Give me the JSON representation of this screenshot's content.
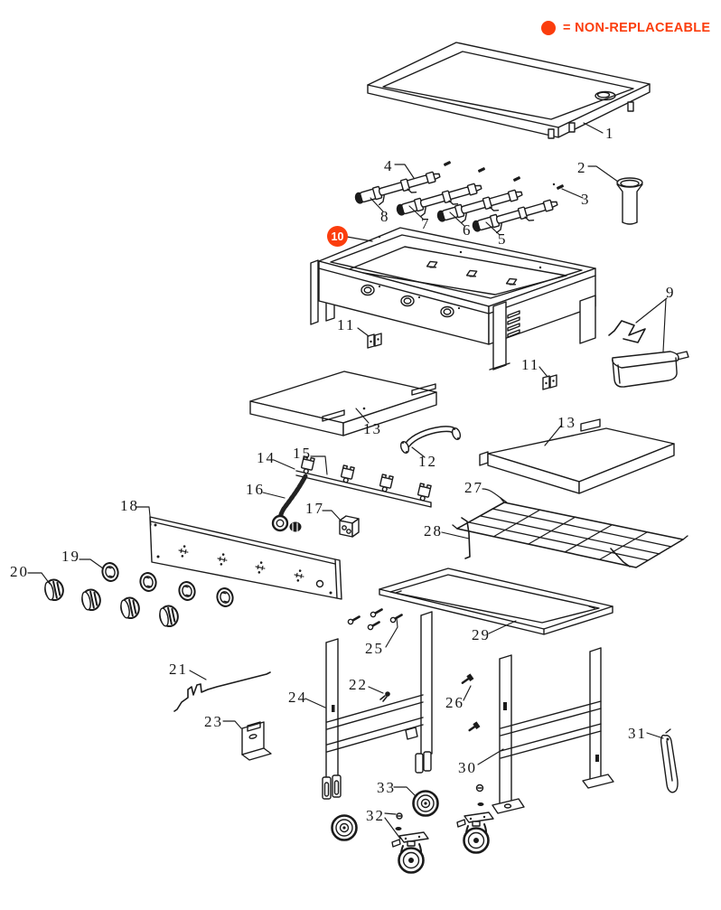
{
  "legend": {
    "text": "= NON-REPLACEABLE",
    "color": "#fb3d0d",
    "symbol": "non-replaceable-dot"
  },
  "highlight": {
    "part": "10",
    "badge_color": "#fb3d0d",
    "badge_text_color": "#ffffff"
  },
  "callouts": {
    "c1": "1",
    "c2": "2",
    "c3": "3",
    "c4": "4",
    "c5": "5",
    "c6": "6",
    "c7": "7",
    "c8": "8",
    "c9": "9",
    "c10": "10",
    "c11a": "11",
    "c11b": "11",
    "c12": "12",
    "c13a": "13",
    "c13b": "13",
    "c14": "14",
    "c15": "15",
    "c16": "16",
    "c17": "17",
    "c18": "18",
    "c19": "19",
    "c20": "20",
    "c21": "21",
    "c22": "22",
    "c23": "23",
    "c24": "24",
    "c25": "25",
    "c26": "26",
    "c27": "27",
    "c28": "28",
    "c29": "29",
    "c30": "30",
    "c31": "31",
    "c32": "32",
    "c33": "33"
  }
}
